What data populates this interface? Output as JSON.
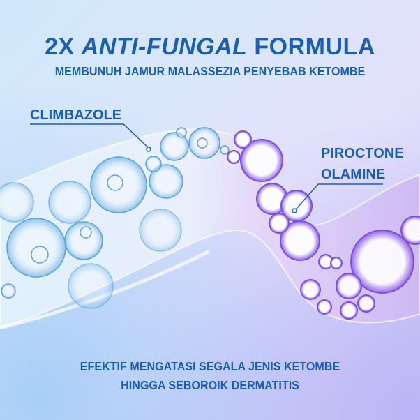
{
  "headline": {
    "prefix": "2X",
    "emphasis": "ANTI-FUNGAL",
    "suffix": "FORMULA"
  },
  "subheadline": "MEMBUNUH JAMUR MALASSEZIA PENYEBAB KETOMBE",
  "callouts": [
    {
      "label": "CLIMBAZOLE"
    },
    {
      "line1": "PIROCTONE",
      "line2": "OLAMINE"
    }
  ],
  "footer": {
    "line1": "EFEKTIF MENGATASI SEGALA JENIS KETOMBE",
    "line2": "HINGGA SEBOROIK DERMATITIS"
  },
  "colors": {
    "text": "#1a5fb4",
    "blue_bubbles": "#7fbce8",
    "purple_bubbles": "#7b4fe0"
  }
}
